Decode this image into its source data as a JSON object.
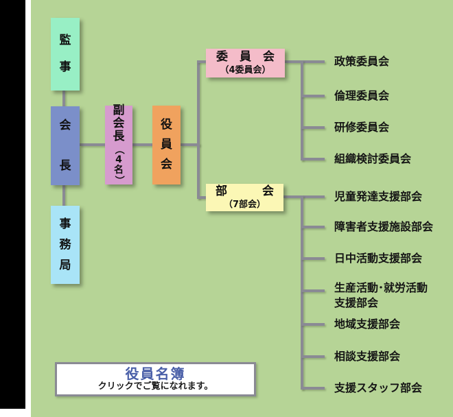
{
  "canvas": {
    "background_color": "#B6D496",
    "sidebar_color": "#000000",
    "line_color": "#8A8A94"
  },
  "org_chart": {
    "boxes": {
      "auditor": {
        "label": "監事",
        "color": "#98EFC5"
      },
      "president": {
        "label": "会長",
        "color": "#7B8FC9"
      },
      "secretariat": {
        "label": "事務局",
        "color": "#A9E4F7"
      },
      "vice_president": {
        "label": "副会長",
        "sub": "（4名）",
        "color": "#D69BCE"
      },
      "board": {
        "label": "役員会",
        "color": "#F0A25E"
      }
    },
    "committees": {
      "title": "委　員　会",
      "subtitle": "（4委員会）",
      "color": "#F4BCC9",
      "items": [
        "政策委員会",
        "倫理委員会",
        "研修委員会",
        "組織検討委員会"
      ]
    },
    "divisions": {
      "title": "部　　　会",
      "subtitle": "（7部会）",
      "color": "#FBF7B5",
      "items": [
        "児童発達支援部会",
        "障害者支援施設部会",
        "日中活動支援部会",
        "生産活動･就労活動支援部会",
        "地域支援部会",
        "相談支援部会",
        "支援スタッフ部会"
      ]
    },
    "roster_button": {
      "title": "役員名簿",
      "subtitle": "クリックでご覧になれます。",
      "title_color": "#4A5FA8"
    }
  }
}
